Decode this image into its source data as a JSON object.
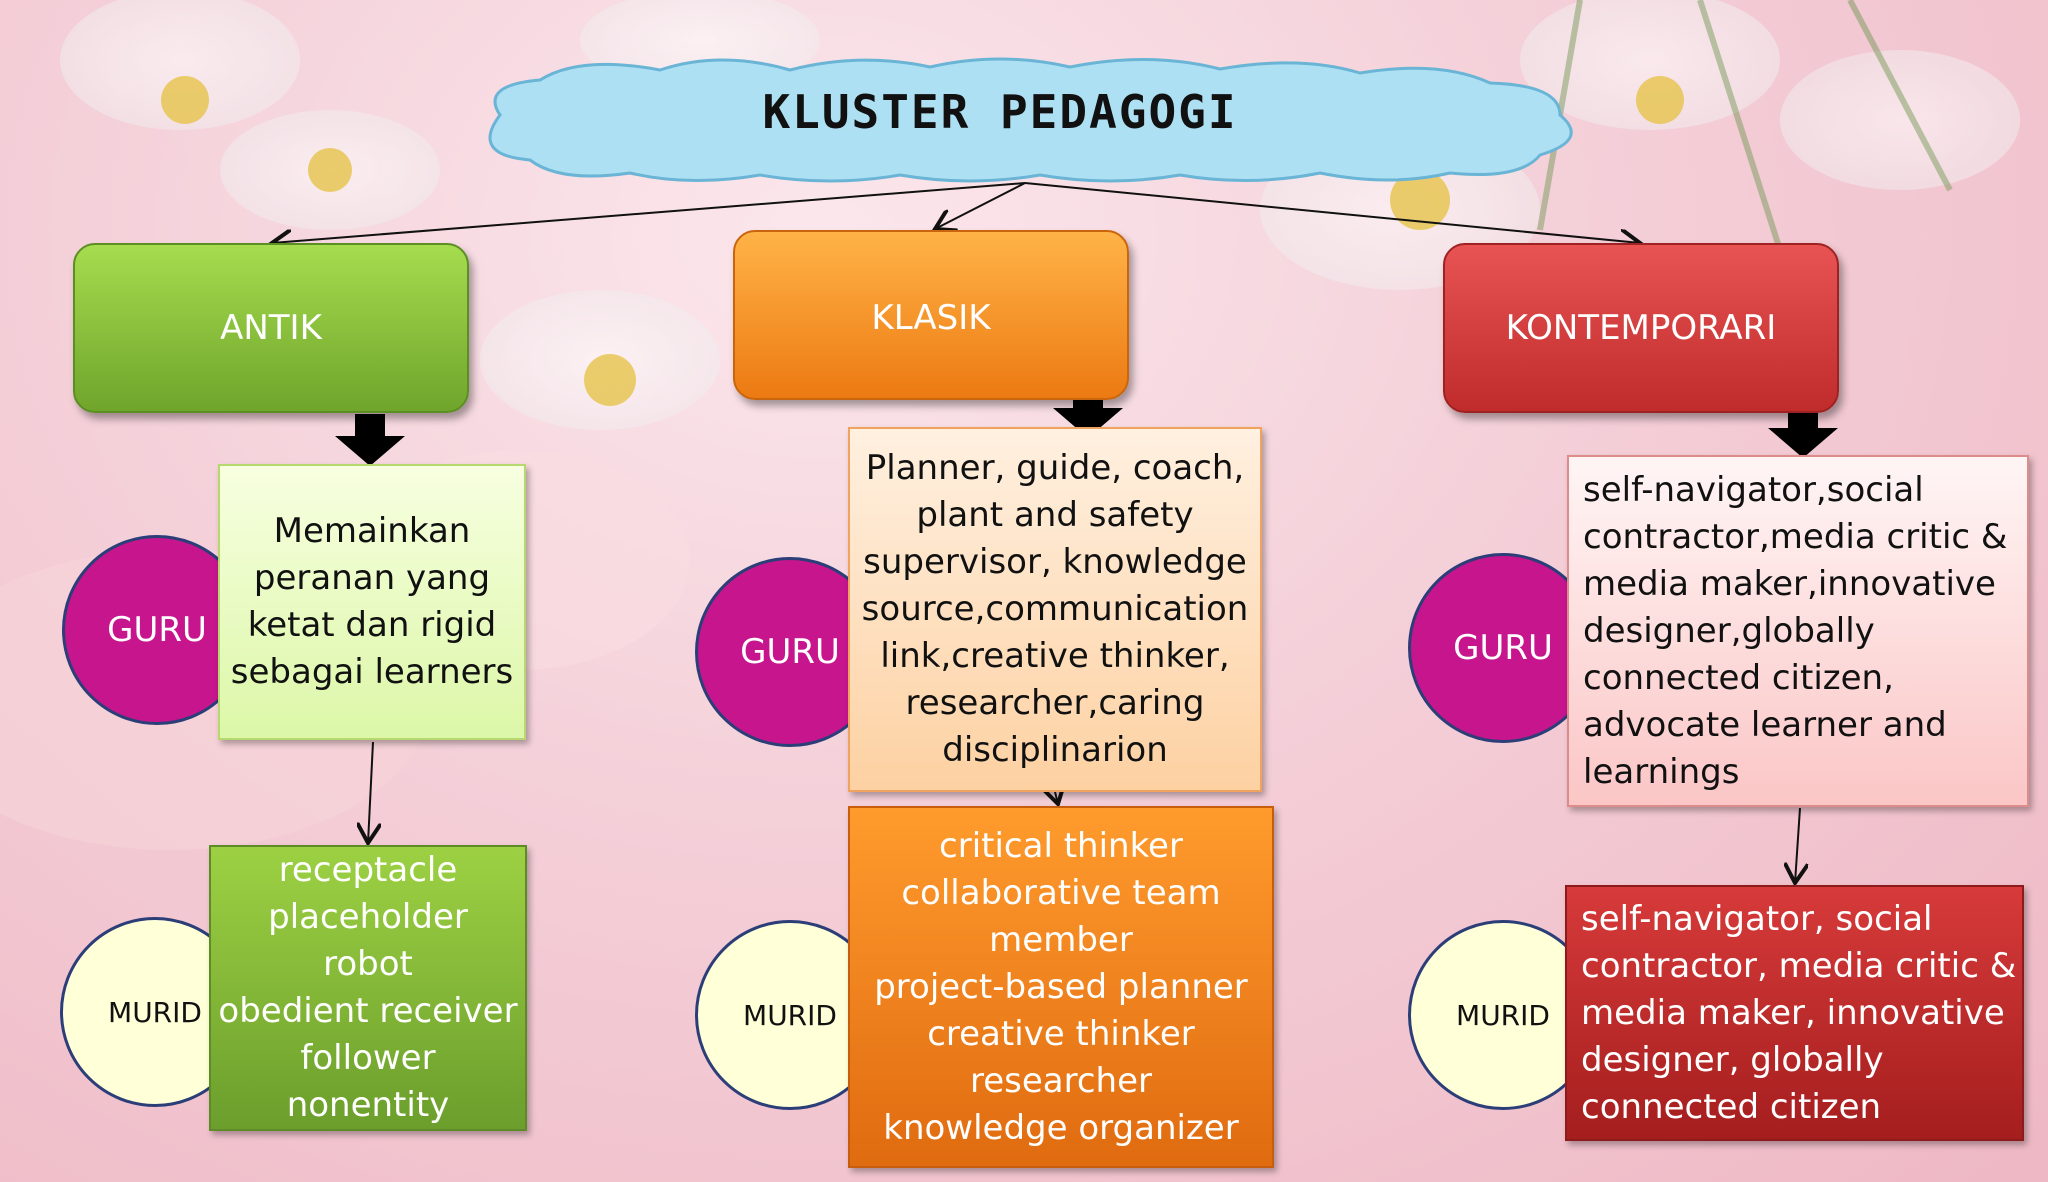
{
  "title": "KLUSTER PEDAGOGI",
  "clusters": [
    {
      "name": "ANTIK",
      "guru_label": "GURU",
      "guru_text": [
        "Memainkan",
        "peranan yang",
        "ketat dan rigid",
        "sebagai learners"
      ],
      "murid_label": "MURID",
      "murid_text": [
        "receptacle",
        "placeholder",
        "robot",
        "obedient receiver",
        "follower",
        "nonentity"
      ]
    },
    {
      "name": "KLASIK",
      "guru_label": "GURU",
      "guru_text": [
        "Planner, guide, coach,",
        "plant and safety",
        "supervisor, knowledge",
        "source,communication",
        "link,creative thinker,",
        "researcher,caring",
        "disciplinarion"
      ],
      "murid_label": "MURID",
      "murid_text": [
        "critical thinker",
        "collaborative team",
        "member",
        "project-based planner",
        "creative thinker",
        "researcher",
        "knowledge organizer"
      ]
    },
    {
      "name": "KONTEMPORARI",
      "guru_label": "GURU",
      "guru_text": [
        "self-navigator,social",
        "contractor,media critic &",
        "media maker,innovative",
        "designer,globally",
        "connected citizen,",
        "advocate learner and",
        "learnings"
      ],
      "murid_label": "MURID",
      "murid_text": [
        "self-navigator, social",
        "contractor, media critic &",
        "media maker, innovative",
        "designer, globally",
        "connected citizen"
      ]
    }
  ]
}
